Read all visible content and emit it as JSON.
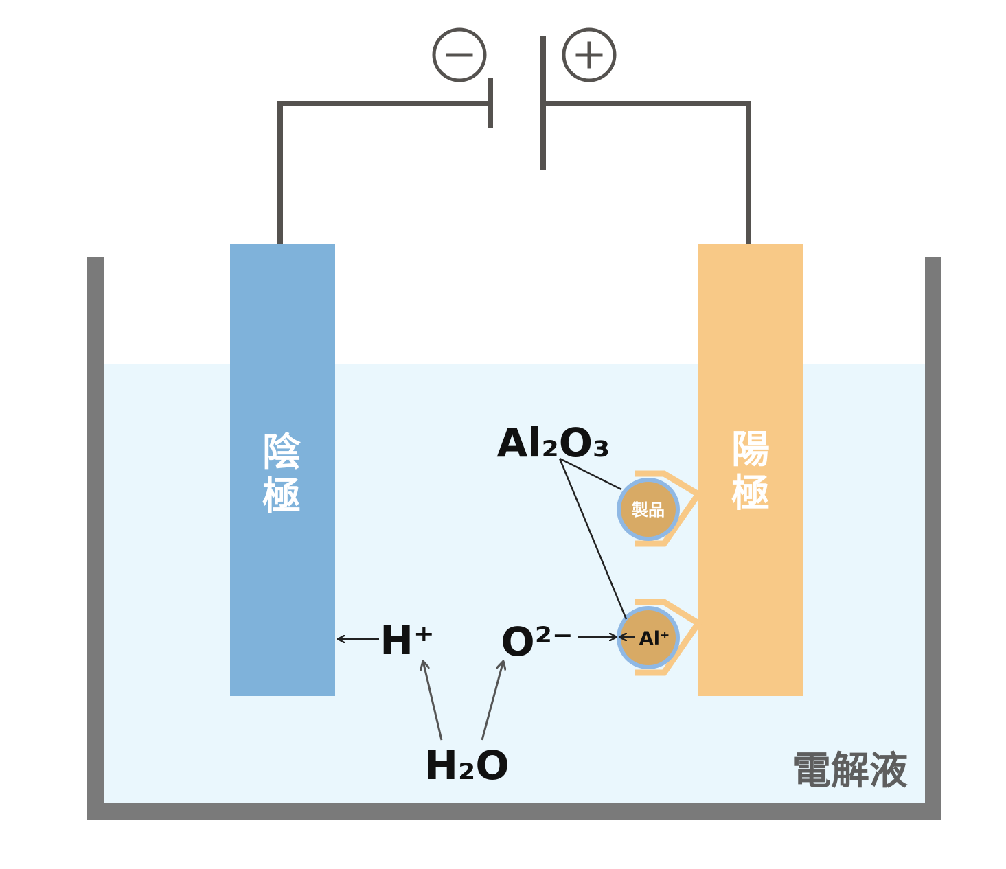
{
  "colors": {
    "electrolyte": "#eaf7fd",
    "cathode": "#7fb2da",
    "anode": "#f8c987",
    "wire": "#55524f",
    "tank": "#7a7a7a",
    "part_fill": "#d8aa65",
    "part_outline": "#8fb8e4"
  },
  "battery": {
    "negative_sign": "−",
    "positive_sign": "+"
  },
  "cathode": {
    "label_line1": "陰",
    "label_line2": "極"
  },
  "anode": {
    "label_line1": "陽",
    "label_line2": "極"
  },
  "parts": {
    "product_label": "製品",
    "aluminum_ion_label": "Al⁺"
  },
  "chemistry": {
    "oxide": "Al₂O₃",
    "hydrogen_ion": "H⁺",
    "oxide_ion": "O²⁻",
    "water": "H₂O"
  },
  "electrolyte": {
    "label": "電解液"
  }
}
